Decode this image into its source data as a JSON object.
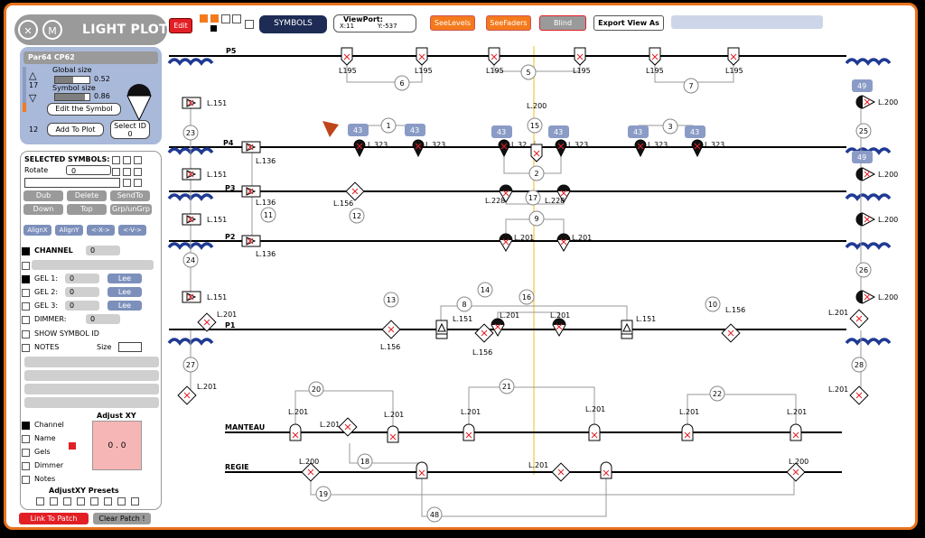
{
  "app": {
    "title": "LIGHT PLOT",
    "close_glyph": "✕",
    "menu_glyph": "M"
  },
  "toolbar": {
    "edit_label": "Edit",
    "symbols_label": "SYMBOLS",
    "viewport_title": "ViewPort:",
    "viewport_x": "X:11",
    "viewport_y": "Y:-537",
    "see_levels": "SeeLevels",
    "see_faders": "SeeFaders",
    "blind": "Blind",
    "export_view": "Export View As",
    "colors": {
      "orange": "#f47a1c",
      "red": "#e31f26",
      "navy": "#1d2b55",
      "edit_red": "#e31f26"
    }
  },
  "symbol_panel": {
    "fixture_name": "Par64 CP62",
    "global_size_label": "Global size",
    "global_size_value": "0.52",
    "global_size_fraction": 0.52,
    "symbol_size_label": "Symbol size",
    "symbol_size_value": "0.86",
    "symbol_size_fraction": 0.86,
    "index_value": "17",
    "count_value": "12",
    "edit_symbol_label": "Edit the Symbol",
    "add_to_plot_label": "Add To Plot",
    "select_id_label": "Select ID",
    "select_id_value": "0"
  },
  "selected_panel": {
    "heading": "SELECTED SYMBOLS:",
    "rotate_label": "Rotate",
    "rotate_value": "0",
    "buttons": {
      "dub": "Dub",
      "delete": "Delete",
      "send_to": "SendTo",
      "down": "Down",
      "top": "Top",
      "group": "Grp/unGrp"
    },
    "align": {
      "x": "AlignX",
      "y": "AlignY",
      "dist_x": "<-X->",
      "dist_y": "<-V->"
    },
    "channel_label": "CHANNEL",
    "channel_value": "0",
    "gel1_label": "GEL 1:",
    "gel1_value": "0",
    "gel2_label": "GEL 2:",
    "gel2_value": "0",
    "gel3_label": "GEL 3:",
    "gel3_value": "0",
    "gel_brand": "Lee",
    "dimmer_label": "DIMMER:",
    "dimmer_value": "0",
    "show_symbol_id": "SHOW SYMBOL ID",
    "notes_label": "NOTES",
    "size_label": "Size",
    "adjust_label": "Adjust XY",
    "adjust_value": "0 . 0",
    "adjust_opts": [
      "Channel",
      "Name",
      "Gels",
      "Dimmer",
      "Notes"
    ],
    "presets_label": "AdjustXY Presets"
  },
  "footer": {
    "link_to_patch": "Link To Patch",
    "clear_patch": "Clear Patch !"
  },
  "plot": {
    "pipes": [
      "P5",
      "P4",
      "P3",
      "P2",
      "P1",
      "MANTEAU",
      "REGIE"
    ],
    "fixture_labels": {
      "l195": "L195",
      "l200": "L.200",
      "l151": "L.151",
      "l136": "L.136",
      "l323": "L.323",
      "l32": "L.32",
      "l156": "L.156",
      "l228": "L.228",
      "l201": "L.201"
    },
    "circuits": {
      "c1": "1",
      "c2": "2",
      "c3": "3",
      "c5": "5",
      "c6": "6",
      "c7": "7",
      "c8": "8",
      "c9": "9",
      "c10": "10",
      "c11": "11",
      "c12": "12",
      "c13": "13",
      "c14": "14",
      "c15": "15",
      "c16": "16",
      "c17": "17",
      "c18": "18",
      "c19": "19",
      "c20": "20",
      "c21": "21",
      "c22": "22",
      "c23": "23",
      "c24": "24",
      "c25": "25",
      "c26": "26",
      "c27": "27",
      "c28": "28",
      "c48": "48"
    },
    "tags": {
      "t43": "43",
      "t49": "49"
    },
    "colors": {
      "wave": "#1f3a93",
      "tag": "#8a9bc6",
      "center_line": "#f3d36b",
      "cross": "#e31f26",
      "arrow": "#c0441a"
    }
  }
}
